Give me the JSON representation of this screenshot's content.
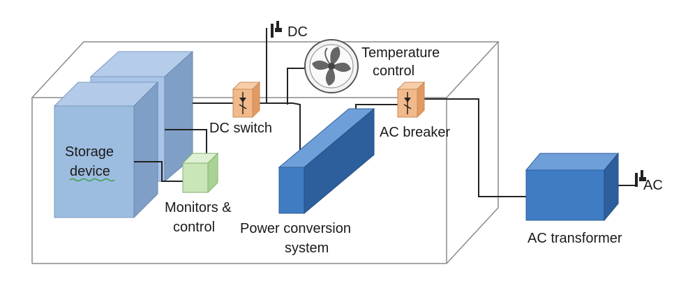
{
  "diagram": {
    "labels": {
      "storage_line1": "Storage",
      "storage_line2": "device",
      "dc_switch": "DC switch",
      "temperature_line1": "Temperature",
      "temperature_line2": "control",
      "ac_breaker": "AC breaker",
      "monitors_line1": "Monitors &",
      "monitors_line2": "control",
      "pcs_line1": "Power conversion",
      "pcs_line2": "system",
      "ac_transformer": "AC transformer",
      "dc_subscript": "DC",
      "ac_subscript": "AC"
    },
    "icons": [
      "plug-icon",
      "fan-icon",
      "switch-icon",
      "breaker-icon"
    ],
    "colors": {
      "storage_front": "#9dbde0",
      "storage_side": "#7f9fc6",
      "pcs_front": "#3f7cc4",
      "pcs_side": "#2d5f9c",
      "transformer_front": "#3f7cc4",
      "monitor_front": "#c8e6b8",
      "switch_fill": "#f2b98a",
      "enclosure_edge": "#8a8a8a"
    }
  }
}
